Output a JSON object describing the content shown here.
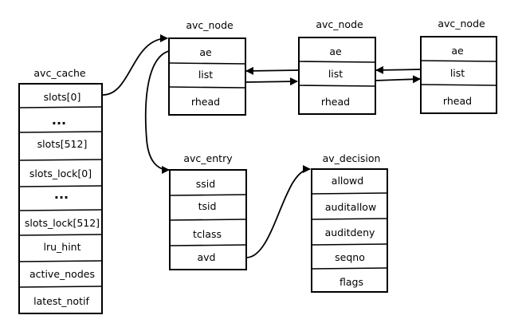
{
  "avc_cache": {
    "title": "avc_cache",
    "fields": [
      "slots[0]",
      "...",
      "slots[512]",
      "slots_lock[0]",
      "...",
      "slots_lock[512]",
      "lru_hint",
      "active_nodes",
      "latest_notif"
    ]
  },
  "avc_nodes": [
    {
      "title": "avc_node",
      "fields": [
        "ae",
        "list",
        "rhead"
      ]
    },
    {
      "title": "avc_node",
      "fields": [
        "ae",
        "list",
        "rhead"
      ]
    },
    {
      "title": "avc_node",
      "fields": [
        "ae",
        "list",
        "rhead"
      ]
    }
  ],
  "avc_entry": {
    "title": "avc_entry",
    "fields": [
      "ssid",
      "tsid",
      "tclass",
      "avd"
    ]
  },
  "av_decision": {
    "title": "av_decision",
    "fields": [
      "allowd",
      "auditallow",
      "auditdeny",
      "seqno",
      "flags"
    ]
  }
}
